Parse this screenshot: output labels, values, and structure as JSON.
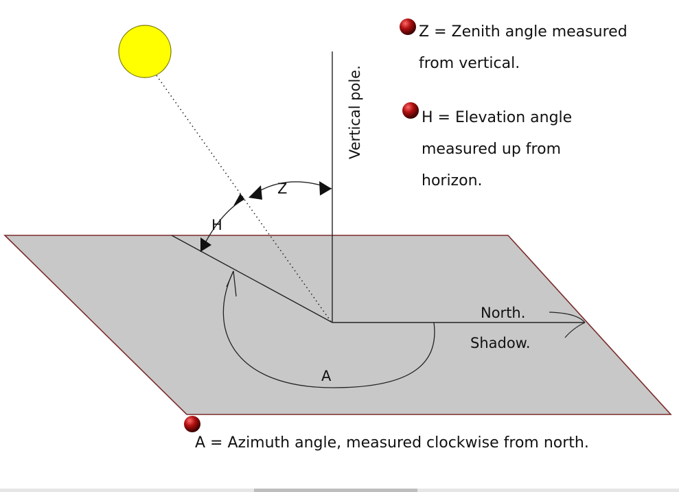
{
  "diagram": {
    "vertical_pole_label": "Vertical pole.",
    "angle_labels": {
      "zenith": "Z",
      "elevation": "H",
      "azimuth": "A"
    },
    "north_label": "North.",
    "shadow_label": "Shadow.",
    "colors": {
      "sun_fill": "#ffff00",
      "ground_fill": "#c8c8c8",
      "ground_edge": "#7a2a2a",
      "bullet": "#b01010"
    }
  },
  "legend": {
    "zenith": {
      "line1": "Z = Zenith angle measured",
      "line2": "from vertical."
    },
    "elevation": {
      "line1": "H = Elevation angle",
      "line2": "measured up from",
      "line3": "horizon."
    },
    "azimuth": {
      "line1": "A = Azimuth angle, measured clockwise from north."
    }
  }
}
